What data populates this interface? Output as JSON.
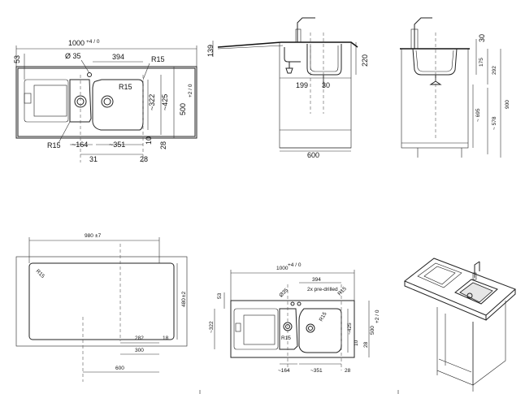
{
  "top_left_plan": {
    "overall_width": "1000",
    "overall_width_tol": "+4 / 0",
    "side_depth": "53",
    "tap_hole": "Ø 35",
    "bowl_width": "394",
    "corner_radius_outer": "R15",
    "corner_radius_inner": "R15",
    "corner_radius_drainer": "R15",
    "inner_depth": "~322",
    "bowl_depth": "~425",
    "overall_depth": "500",
    "overall_depth_tol": "+2 / 0",
    "rim_10": "10",
    "rim_28": "28",
    "drainer_width": "~164",
    "bowl_inner_width": "~351",
    "offset_31": "31",
    "offset_28": "28"
  },
  "top_middle_section": {
    "height_139": "139",
    "depth_220": "220",
    "dim_199": "199",
    "dim_30": "30",
    "cabinet_width": "600"
  },
  "top_right_section": {
    "dim_30": "30",
    "dim_175": "175",
    "dim_292": "292",
    "dim_695": "~ 695",
    "dim_578": "~ 578",
    "dim_900": "900"
  },
  "bottom_left_cutout": {
    "cutout_width": "980",
    "cutout_width_tol": "±7",
    "radius": "R15",
    "cutout_depth": "480",
    "cutout_depth_tol": "±2",
    "dim_282": "282",
    "dim_18": "18",
    "dim_300": "300",
    "dim_600": "600"
  },
  "bottom_middle_plan": {
    "overall_width": "1000",
    "overall_width_tol": "+4 / 0",
    "bowl_width": "394",
    "pre_drilled": "2x pre-drilled",
    "tap_hole": "Ø35",
    "radius_a": "R15",
    "radius_b": "R15",
    "radius_c": "R15",
    "side_53": "53",
    "inner_depth": "~322",
    "bowl_depth": "~425",
    "overall_depth": "500",
    "overall_depth_tol": "+2 / 0",
    "rim_10": "10",
    "rim_28": "28",
    "drainer_width": "~164",
    "bowl_inner_width": "~351",
    "offset_28": "28"
  }
}
